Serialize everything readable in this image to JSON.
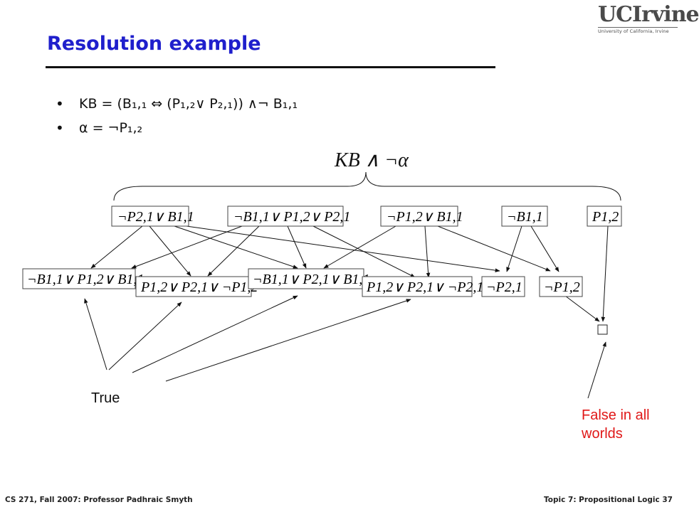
{
  "slide": {
    "title": "Resolution example",
    "footer_left": "CS 271, Fall 2007: Professor Padhraic Smyth",
    "footer_right": "Topic 7: Propositional Logic 37"
  },
  "logo": {
    "main": "UCIrvine",
    "sub": "University of California, Irvine"
  },
  "bullets": [
    {
      "text": "KB = (B₁,₁ ⇔ (P₁,₂∨ P₂,₁)) ∧¬ B₁,₁"
    },
    {
      "text": "α = ¬P₁,₂"
    }
  ],
  "diagram": {
    "root_label": "KB ∧ ¬α",
    "clauses": {
      "c1": "¬P2,1∨ B1,1",
      "c2": "¬B1,1∨ P1,2∨ P2,1",
      "c3": "¬P1,2∨ B1,1",
      "c4": "¬B1,1",
      "c5": "P1,2",
      "d1": "¬B1,1∨ P1,2∨ B1,1",
      "d2": "P1,2∨ P2,1∨ ¬P1,2",
      "d3": "¬B1,1∨ P2,1∨ B1,1",
      "d4": "P1,2∨ P2,1∨ ¬P2,1",
      "d5": "¬P2,1",
      "d6": "¬P1,2"
    },
    "true_label": "True",
    "false_label": "False in all worlds",
    "empty_clause_symbol": "□"
  }
}
